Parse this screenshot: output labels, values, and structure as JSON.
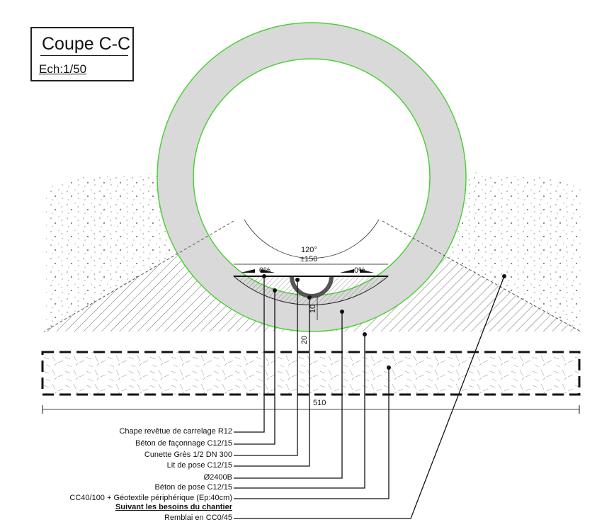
{
  "title": {
    "main": "Coupe C-C",
    "scale": "Ech:1/50"
  },
  "dimensions": {
    "angle": "120°",
    "width": "±150",
    "slope_left": "0%",
    "slope_right": "0%",
    "d10": "10",
    "d20": "20",
    "total": "510"
  },
  "labels": [
    "Chape revêtue de carrelage R12",
    "Béton de façonnage C12/15",
    "Cunette Grès 1/2 DN 300",
    "Lit de pose C12/15",
    "Ø2400B",
    "Béton de pose C12/15",
    "CC40/100 + Géotextile périphérique (Ep:40cm)",
    "Suivant les besoins du chantier",
    "Remblai en CC0/45"
  ],
  "colors": {
    "pipe_fill": "#d9d9d9",
    "pipe_outline": "#4cd137",
    "line": "#111111"
  }
}
